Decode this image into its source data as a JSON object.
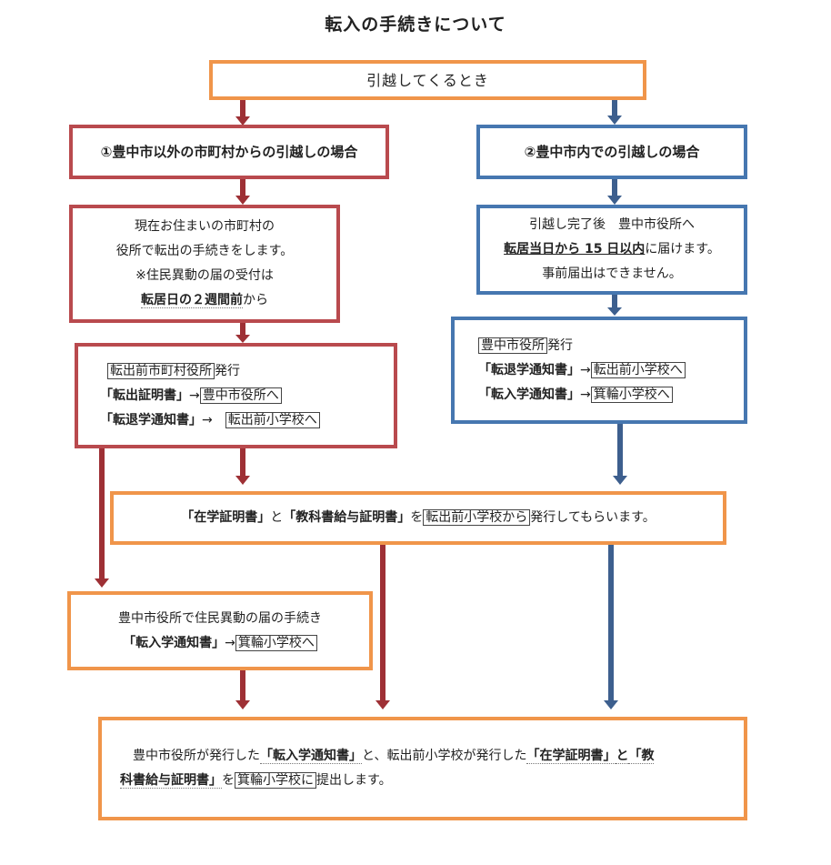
{
  "title": "転入の手続きについて",
  "top_box": "引越してくるとき",
  "left": {
    "header": "①豊中市以外の市町村からの引越しの場合",
    "step1": {
      "line1": "現在お住まいの市町村の",
      "line2": "役所で転出の手続きをします。",
      "line3": "※住民異動の届の受付は",
      "line4_bold": "転居日の２週間前",
      "line4_rest": "から"
    },
    "step2": {
      "issuer": "転出前市町村役所",
      "issue_suffix": "発行",
      "doc1": "「転出証明書」",
      "arrow": "→",
      "dest1": "豊中市役所へ",
      "doc2": "「転退学通知書」",
      "arrow2": "→",
      "dest2": "転出前小学校へ"
    },
    "step3": {
      "line1": "豊中市役所で住民異動の届の手続き",
      "doc": "「転入学通知書」",
      "arrow": "→",
      "dest": "箕輪小学校へ"
    }
  },
  "right": {
    "header": "②豊中市内での引越しの場合",
    "step1": {
      "line1": "引越し完了後　豊中市役所へ",
      "line2_bold": "転居当日から 15 日以内",
      "line2_rest": "に届けます。",
      "line3": "事前届出はできません。"
    },
    "step2": {
      "issuer": "豊中市役所",
      "issue_suffix": "発行",
      "doc1": "「転退学通知書」",
      "arrow1": "→",
      "dest1": "転出前小学校へ",
      "doc2": "「転入学通知書」",
      "arrow2": "→",
      "dest2": "箕輪小学校へ"
    }
  },
  "middle": {
    "doc1": "「在学証明書」",
    "and": "と",
    "doc2": "「教科書給与証明書」",
    "particle": "を",
    "from": "転出前小学校から",
    "rest": "発行してもらいます。"
  },
  "final": {
    "p1": "豊中市役所が発行した",
    "d1": "「転入学通知書」",
    "p2": "と、転出前小学校が発行した",
    "d2": "「在学証明書」",
    "p3": "と",
    "d3a": "「教",
    "d3b": "科書給与証明書」",
    "p4": "を",
    "school": "箕輪小学校に",
    "p5": "提出します。"
  },
  "colors": {
    "orange": "#f0954a",
    "red_border": "#b94a4e",
    "blue_border": "#4677b0",
    "red_arrow": "#9e3035",
    "blue_arrow": "#3d5f8e"
  }
}
